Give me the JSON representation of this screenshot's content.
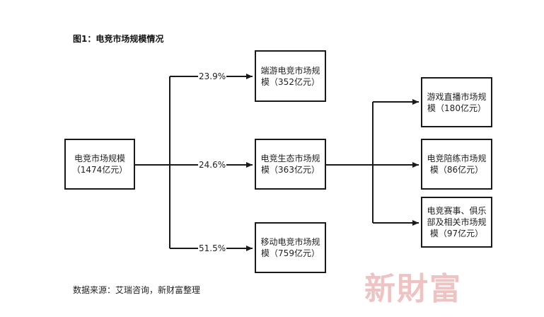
{
  "title": "图1：电竞市场规模情况",
  "boxes": {
    "root": "电竞市场规模（1474亿元）",
    "mobile_end": "端游电竞市场规模（352亿元）",
    "ecosystem": "电竞生态市场规模（363亿元）",
    "mobile": "移动电竞市场规模（759亿元）",
    "live": "游戏直播市场规模（180亿元）",
    "escort": "电竞陪练市场规模（86亿元）",
    "events": "电竞赛事、俱乐部及相关市场规模（97亿元）"
  },
  "percentages": {
    "mobile_end": "23.9%",
    "ecosystem": "24.6%",
    "mobile": "51.5%"
  },
  "source": "数据来源：艾瑞咨询，新财富整理",
  "watermark": "新財富",
  "colors": {
    "line": "#1a1a1a",
    "watermark": "#e8b0b0"
  }
}
